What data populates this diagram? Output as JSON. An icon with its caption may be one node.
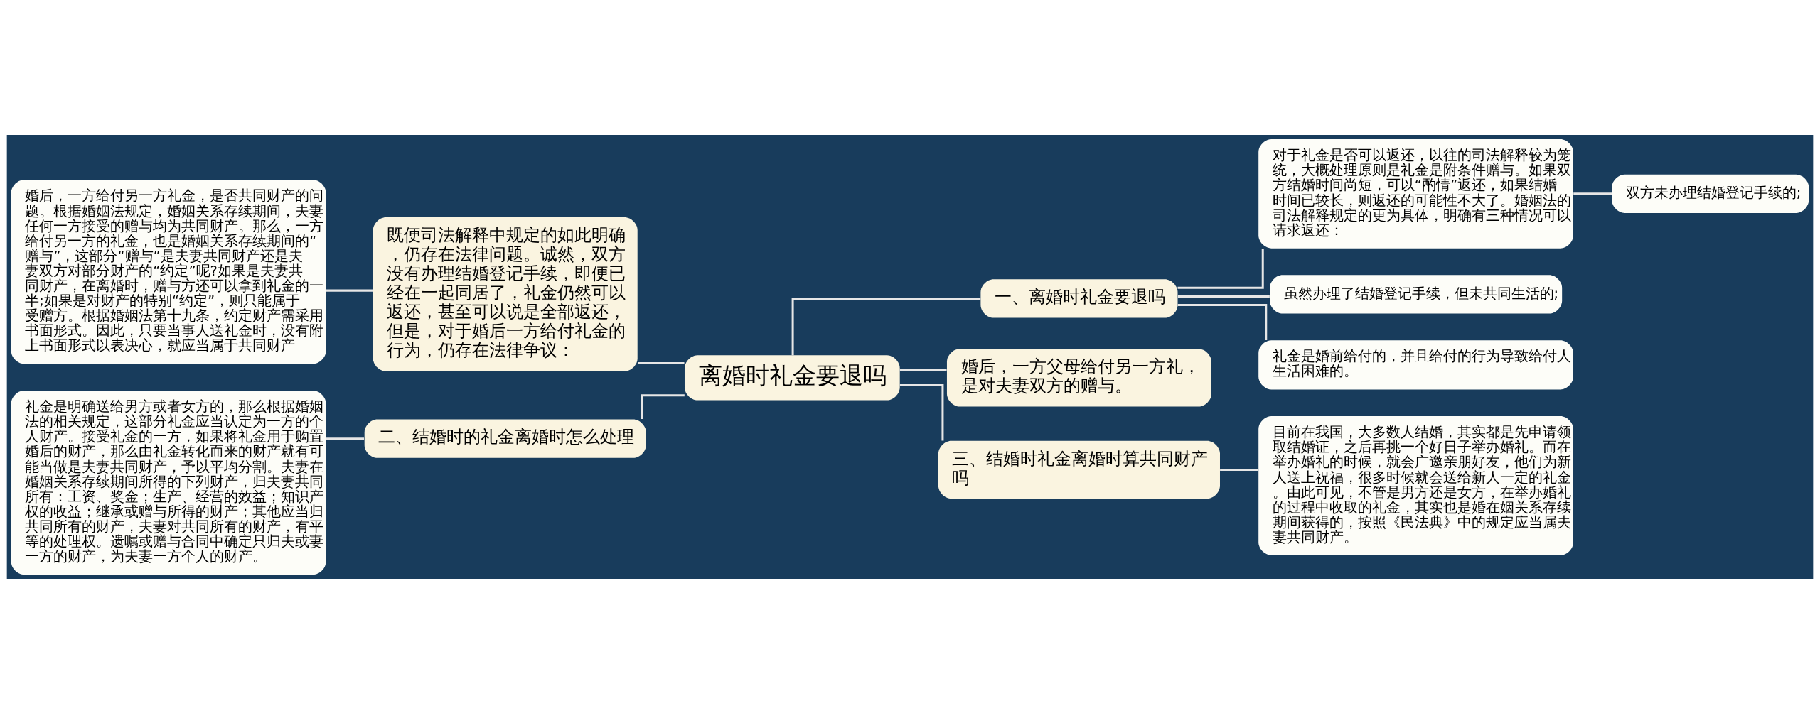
{
  "diagram": {
    "nodes": [
      {
        "text": [
          "离婚时礼金要退吗"
        ]
      },
      {
        "text": [
          "一、离婚时礼金要退吗"
        ]
      },
      {
        "text": [
          "对于礼金是否可以返还，以往的司法解释较为笼统，大概处理原则是礼金是附条件赠与。如果双方结婚时间尚短，可以“酌情”返还，如果结婚时间已较长，则返还的可能性不大了。婚姻法的司法解释规定的更为具体，明确有三种情况可以请求返还："
        ]
      },
      {
        "text": [
          "双方未办理结婚登记手续的;"
        ]
      },
      {
        "text": [
          "虽然办理了结婚登记手续，但未共同生活的;"
        ]
      },
      {
        "text": [
          "礼金是婚前给付的，并且给付的行为导致给付人生活困难的。"
        ]
      },
      {
        "text": [
          "婚后，一方父母给付另一方礼，是对夫妻双方的赠与。"
        ]
      },
      {
        "text": [
          "三、结婚时礼金离婚时算共同财产吗"
        ]
      },
      {
        "text": [
          "目前在我国，大多数人结婚，其实都是先申请领取结婚证，之后再挑一个好日子举办婚礼。而在举办婚礼的时候，就会广邀亲朋好友，他们为新人送上祝福，很多时候就会送给新人一定的礼金。由此可见，不管是男方还是女方，在举办婚礼的过程中收取的礼金，其实也是婚在姻关系存续期间获得的，按照《民法典》中的规定应当属夫妻共同财产。"
        ]
      },
      {
        "text": [
          "既便司法解释中规定的如此明确，仍存在法律问题。诚然，双方没有办理结婚登记手续，即便已经在一起同居了，礼金仍然可以返还，甚至可以说是全部返还，但是，对于婚后一方给付礼金的行为，仍存在法律争议："
        ]
      },
      {
        "text": [
          "婚后，一方给付另一方礼金，是否共同财产的问题。根据婚姻法规定，婚姻关系存续期间，夫妻任何一方接受的赠与均为共同财产。那么，一方给付另一方的礼金，也是婚姻关系存续期间的“赠与”，这部分“赠与”是夫妻共同财产还是夫妻双方对部分财产的“约定”呢?如果是夫妻共同财产，在离婚时，赠与方还可以拿到礼金的一半;如果是对财产的特别“约定”，则只能属于受赠方。根据婚姻法第十九条，约定财产需采用书面形式。因此，只要当事人送礼金时，没有附上书面形式以表决心，就应当属于共同财产"
        ]
      },
      {
        "text": [
          "二、结婚时的礼金离婚时怎么处理"
        ]
      },
      {
        "text": [
          "礼金是明确送给男方或者女方的，那么根据婚姻法的相关规定，这部分礼金应当认定为一方的个人财产。接受礼金的一方，如果将礼金用于购置婚后的财产，那么由礼金转化而来的财产就有可能当做是夫妻共同财产，予以平均分割。夫妻在婚姻关系存续期间所得的下列财产，归夫妻共同所有：工资、奖金；生产、经营的效益；知识产权的收益；继承或赠与所得的财产；其他应当归共同所有的财产，夫妻对共同所有的财产，有平等的处理权。遗嘱或赠与合同中确定只归夫或妻一方的财产，为夫妻一方个人的财产。"
        ]
      }
    ],
    "edges": [
      {
        "from": 0,
        "to": 1,
        "arrow": "none"
      },
      {
        "from": 1,
        "to": 2,
        "arrow": "none"
      },
      {
        "from": 2,
        "to": 3,
        "arrow": "none"
      },
      {
        "from": 1,
        "to": 4,
        "arrow": "none"
      },
      {
        "from": 1,
        "to": 5,
        "arrow": "none"
      },
      {
        "from": 0,
        "to": 6,
        "arrow": "none"
      },
      {
        "from": 0,
        "to": 7,
        "arrow": "none"
      },
      {
        "from": 7,
        "to": 8,
        "arrow": "none"
      },
      {
        "from": 0,
        "to": 9,
        "arrow": "none"
      },
      {
        "from": 9,
        "to": 10,
        "arrow": "none"
      },
      {
        "from": 0,
        "to": 11,
        "arrow": "none"
      },
      {
        "from": 11,
        "to": 12,
        "arrow": "none"
      }
    ]
  }
}
